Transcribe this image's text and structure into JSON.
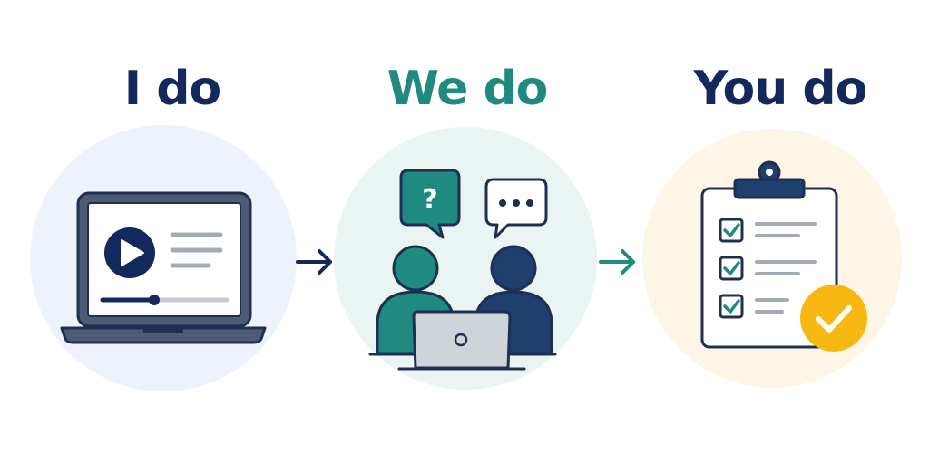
{
  "stages": [
    {
      "title": "I do",
      "icon": "laptop-video-icon"
    },
    {
      "title": "We do",
      "icon": "collaboration-icon"
    },
    {
      "title": "You do",
      "icon": "clipboard-checklist-icon"
    }
  ],
  "question_mark": "?",
  "colors": {
    "navy": "#13285c",
    "teal": "#1f8a7f",
    "circle_blue": "#eef2fb",
    "circle_green": "#eaf4f2",
    "circle_yellow": "#fdf6e6",
    "check_gold": "#f6b811",
    "outline": "#1f2f52",
    "gray": "#cfd3da"
  }
}
